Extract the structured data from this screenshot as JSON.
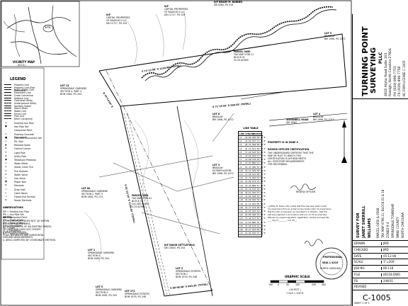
{
  "vicinity": {
    "title": "VICINITY MAP",
    "scale": "(N.T.S.)",
    "site": "SITE"
  },
  "legend": {
    "title": "LEGEND",
    "items": [
      "Property Line",
      "Property Line (Not Surveyed)",
      "Right-of-Way Line",
      "Easement Line",
      "Creek Centerline",
      "Setback Line",
      "Overhead Utility",
      "Underground Utility",
      "Sanitary Sewer",
      "Storm Drain",
      "Water Line",
      "Fence Line",
      "Tree Line",
      "Ditch Centerline"
    ],
    "point_items": [
      "Existing Iron Pipe",
      "Iron Pipe Set",
      "Computed Point",
      "Existing Concrete Monument",
      "Concrete Monument Set",
      "P.K. Nail",
      "Railroad Spike",
      "Control Corner",
      "Light Pole",
      "Utility Pole",
      "Telephone Pedestal",
      "Water Meter",
      "Sewer Clean Out",
      "Fire Hydrant",
      "Water Valve",
      "Gas Valve",
      "Power Box",
      "Manhole",
      "Drop Inlet",
      "Catch Basin",
      "Flared End Section",
      "Sewer Manhole"
    ]
  },
  "abbrev": {
    "title": "ABBREVIATIONS",
    "items": [
      "EIP = Existing Iron Pipe",
      "IPS = Iron Pipe Set",
      "CP = Computed Point",
      "RW = Right of Way",
      "BM = Book of Maps",
      "DB = Deed Book",
      "PG = Page",
      "CL = Centerline",
      "N/F = Now or Formerly"
    ]
  },
  "notes": {
    "title": "NOTES:",
    "lines": [
      "1. THIS PROPERTY DOES NOT LIE WITHIN",
      "A FLOOD HAZARD AREA.",
      "2. THIS SURVEY IS OF AN EXISTING PARCEL",
      "OF LAND AND DOES NOT CREATE",
      "A NEW SUBDIVISION.",
      "3. ALL DISTANCES ARE HORIZONTAL",
      "GROUND MEASUREMENTS.",
      "4. AREA COMPUTED BY COORDINATE METHOD."
    ]
  },
  "plan_labels": {
    "capital_props": [
      "N/F",
      "CAPITAL PROPERTIES",
      "OF RALEIGH II LLC",
      "DB 11717, PG 229"
    ],
    "capital_props2": [
      "N/F",
      "CAPITAL PROPERTIES",
      "OF RALEIGH II LLC",
      "DB 11717, PG 229"
    ],
    "barnes": [
      "N/F BRADY M. BARNES",
      "DB 2584, PG 519"
    ],
    "lot5": [
      "LOT 5",
      "BRADLAY",
      "BM 1996, PG 1072"
    ],
    "parcel": [
      "PARCEL 0450",
      "TAX MAP 0796.11",
      "BLOCK 01",
      "32.25 ACRES"
    ],
    "lot4": [
      "LOT 4",
      "BRADLAY",
      "BM 1996, PG 1072"
    ],
    "road": [
      "WOODBELL ROAD",
      "(60' R/W)"
    ],
    "springdale_a": [
      "LOT 13",
      "SPRINGDALE GARDENS",
      "SECTION 4, PART 4",
      "BOM 1985, PG 204"
    ],
    "lot6": [
      "LOT 6",
      "BRADLAY",
      "BM 1996, PG 1072"
    ],
    "lot3": [
      "LOT 3",
      "BRADLAY",
      "EXTRAPOLATION",
      "BM 1996, PG 1072"
    ],
    "springdale_b": [
      "LOT 80",
      "SPRINGDALE GARDENS",
      "SECTION 2, PART 5",
      "BOM 1982, PG 274"
    ],
    "parcel2": [
      "PARCEL 0568",
      "TAX MAP 0798.01",
      "BLOCK 18",
      "141,283 SQ.FT.",
      "3.24 ACRES"
    ],
    "settlefield": [
      "N/F DAVID SETTLEFIELD",
      "DB 13843, PG 204"
    ],
    "springdale_c": [
      "LOT 1",
      "SPRINGDALE GARDENS",
      "SECTION 4",
      "BOM 1985, PG 204"
    ],
    "springdale_d": [
      "LOT 2",
      "SPRINGDALE ESTATES",
      "SECTION 1",
      "BOM 1979, PG 248"
    ],
    "lot272": [
      "LOT 272",
      "SPRINGDALE ESTATES",
      "BOM 1979, PG 248"
    ],
    "springdale_e": [
      "LOT 5",
      "SPRINGDALE GARDENS",
      "SECTION 4",
      "BOM 1985, PG 204"
    ],
    "bearing_top": "S 71°12'58\" E   1120.80' (TOTAL)",
    "bearing_mid": "S 71°15'55\" E   569.50' (TOTAL)",
    "bearing_bot": "S 88°06'48\" E   663.35' (TOTAL)",
    "bearing_left": "N 10°14'00\" E",
    "bearing_vert": "S 01°12'16\" E 1136.62' (TOTAL)"
  },
  "line_table": {
    "title": "LINE TABLE",
    "headers": [
      "LINE",
      "LENGTH",
      "BEARING"
    ],
    "rows": [
      [
        "L1",
        "44.84'",
        "S46°58'25\"E"
      ],
      [
        "L2",
        "19.62'",
        "S57°13'41\"E"
      ],
      [
        "L3",
        "28.31'",
        "S69°28'12\"E"
      ],
      [
        "L4",
        "32.15'",
        "S51°06'47\"E"
      ],
      [
        "L5",
        "17.20'",
        "S43°52'09\"E"
      ],
      [
        "L6",
        "24.66'",
        "S64°17'33\"E"
      ],
      [
        "L7",
        "41.08'",
        "S78°40'02\"E"
      ],
      [
        "L8",
        "15.93'",
        "N85°21'18\"E"
      ],
      [
        "L9",
        "22.47'",
        "S80°55'44\"E"
      ],
      [
        "L10",
        "36.12'",
        "S59°48'29\"E"
      ],
      [
        "L11",
        "13.58'",
        "S41°09'51\"E"
      ],
      [
        "L12",
        "27.74'",
        "S62°33'06\"E"
      ],
      [
        "L13",
        "31.09'",
        "S74°12'58\"E"
      ],
      [
        "L14",
        "18.45'",
        "N88°47'23\"E"
      ],
      [
        "L15",
        "25.36'",
        "S70°03'14\"E"
      ],
      [
        "L16",
        "39.91'",
        "S55°27'40\"E"
      ],
      [
        "L17",
        "12.82'",
        "S48°16'35\"E"
      ],
      [
        "L18",
        "29.60'",
        "S66°39'19\"E"
      ],
      [
        "L19",
        "21.14'",
        "S81°05'52\"E"
      ],
      [
        "L20",
        "34.77'",
        "S72°28'07\"E"
      ],
      [
        "L21",
        "16.03'",
        "S53°44'26\"E"
      ],
      [
        "L22",
        "26.85'",
        "S60°19'48\"E"
      ],
      [
        "L23",
        "37.42'",
        "S77°52'11\"E"
      ],
      [
        "L24",
        "14.69'",
        "N86°30'57\"E"
      ],
      [
        "L25",
        "23.58'",
        "S79°14'33\"E"
      ],
      [
        "L26",
        "30.27'",
        "S63°58'02\"E"
      ],
      [
        "L27",
        "19.96'",
        "S45°37'29\"E"
      ]
    ]
  },
  "certs": {
    "property_title": "PROPERTY IS IN ZONE X",
    "review_title": "REVIEW OFFICER CERTIFICATION",
    "review_text": [
      "THE UNDERSIGNED CERTIFIES THAT THE",
      "MAP OR PLAT TO WHICH THIS",
      "CERTIFICATION IS AFFIXED MEETS",
      "ALL STATUTORY REQUIREMENTS",
      "FOR RECORDING."
    ],
    "review_sig": "REVIEW OFFICER",
    "surveyor_text": [
      "I, Jeffrey M. Davis, PLS, certify that this map was drawn under",
      "my supervision from an actual survey made under my supervision;",
      "that the ratio of precision as calculated is 1:10,000+; that this",
      "plat was prepared in accordance with G.S. 47-30 as amended.",
      "Witness my original signature, registration number and seal this",
      "____ day of ________, A.D. 20__."
    ],
    "seal_title": "PROFESSIONAL",
    "seal_name": "SEAL L-4215",
    "seal_state": "NORTH CAROLINA"
  },
  "scale": {
    "title": "GRAPHIC SCALE",
    "labels": [
      "100",
      "0",
      "50",
      "100",
      "200",
      "400"
    ],
    "unit": "( IN FEET )",
    "ratio": "1 inch = 200 ft."
  },
  "title_block": {
    "company": "TURNING POINT",
    "company2": "SURVEYING",
    "company3": "PLLC",
    "address": [
      "4810 Alpha Road Suite 103",
      "Raleigh, North Carolina 27604"
    ],
    "phone": [
      "PH (919) 896-7755",
      "FX (919) 896-7758"
    ],
    "firm": "NC FIRM LICENSE C-1005",
    "project_title": [
      "SURVEY FOR",
      "JANET SHERRILL",
      "WILLIAMS"
    ],
    "project_info": [
      "PARCEL 0450 & 0568",
      "TAX MAP 0796.11, BLOCK 01 & 18",
      "ZONED R-4",
      "SPRINGDALE TOWNSHIP",
      "WAKE COUNTY",
      "NORTH CAROLINA"
    ],
    "fields": [
      [
        "DRAWN",
        "JMD"
      ],
      [
        "CHECKED",
        "JMD"
      ],
      [
        "DATE",
        "05-12-06"
      ],
      [
        "SCALE",
        "1\"=200'"
      ],
      [
        "JOB NO.",
        "06-118"
      ],
      [
        "FILE",
        "06118.DWG"
      ],
      [
        "FB",
        "248/31"
      ],
      [
        "REVISED",
        ""
      ]
    ],
    "sheet": "C-1005",
    "sheet_label": "SHEET 1 OF 1"
  }
}
